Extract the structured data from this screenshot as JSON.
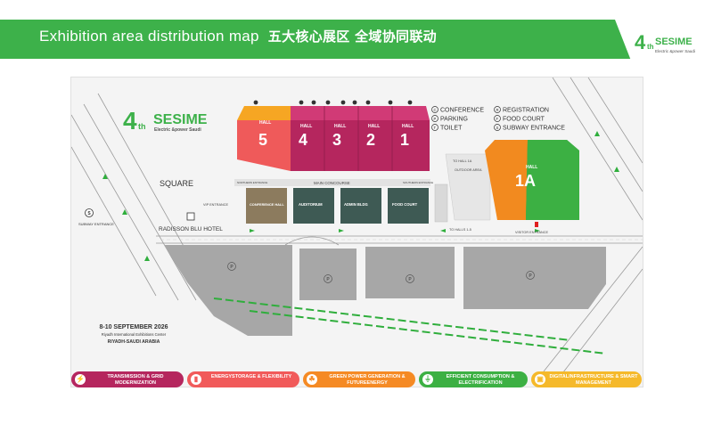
{
  "header": {
    "title_en": "Exhibition area distribution map",
    "title_cn": "五大核心展区 全域协同联动",
    "logo_edition": "4",
    "logo_edition_suffix": "th",
    "logo_brand": "SESIME",
    "logo_tagline": "Electric &power Saudi"
  },
  "map": {
    "logo_edition": "4",
    "logo_edition_suffix": "th",
    "logo_brand": "SESIME",
    "logo_tagline": "Electric &power Saudi",
    "halls": [
      {
        "id": "hall-5",
        "label": "HALL",
        "number": "5"
      },
      {
        "id": "hall-4",
        "label": "HALL",
        "number": "4"
      },
      {
        "id": "hall-3",
        "label": "HALL",
        "number": "3"
      },
      {
        "id": "hall-2",
        "label": "HALL",
        "number": "2"
      },
      {
        "id": "hall-1",
        "label": "HALL",
        "number": "1"
      },
      {
        "id": "hall-1a",
        "label": "HALL",
        "number": "1A"
      }
    ],
    "buildings": [
      {
        "id": "conference-hall",
        "label": "CONFERENCE HALL"
      },
      {
        "id": "auditorium",
        "label": "AUDITORIUM"
      },
      {
        "id": "admin-bldg",
        "label": "ADMIN BLDG"
      },
      {
        "id": "food-court",
        "label": "FOOD COURT"
      }
    ],
    "labels": {
      "square": "SQUARE",
      "main_concourse": "MAIN CONCOURSE",
      "northern_entrance": "NORTHERN ENTRANCE",
      "southern_entrance": "SOUTHERN ENTRANCE",
      "vip_entrance": "VIP ENTRANCE",
      "subway_entrance": "SUBWAY ENTRANCE",
      "radisson": "RADISSON BLU HOTEL",
      "to_hall_1a": "TO HALL 1A",
      "outdoor_area": "OUTDOOR AREA",
      "to_halls_1_5": "TO HALLS 1-5",
      "visitor_entrance": "VISITOR ENTRANCE"
    },
    "legend": [
      {
        "icon": "C",
        "text": "CONFERENCE"
      },
      {
        "icon": "P",
        "text": "PARKING"
      },
      {
        "icon": "T",
        "text": "TOILET"
      },
      {
        "icon": "R",
        "text": "REGISTRATION"
      },
      {
        "icon": "F",
        "text": "FOOD COURT"
      },
      {
        "icon": "S",
        "text": "SUBWAY ENTRANCE"
      }
    ],
    "parking_icon": "P",
    "event": {
      "dates": "8-10 SEPTEMBER 2026",
      "venue": "Riyadh International Exhibitions Center",
      "city": "RIYADH-SAUDI ARABIA"
    }
  },
  "categories": [
    {
      "text": "TRANSMISSION & GRID MODERNIZATION",
      "color": "#b5265e"
    },
    {
      "text": "ENERGYSTORAGE & FLEXIBILITY",
      "color": "#f15a5a"
    },
    {
      "text": "GREEN POWER GENERATION & FUTUREENERGY",
      "color": "#f58a24"
    },
    {
      "text": "EFFICIENT CONSUMPTION & ELECTRIFICATION",
      "color": "#3cb043"
    },
    {
      "text": "DIGITALINFRASTRUCTURE & SMART MANAGEMENT",
      "color": "#f5b92b"
    }
  ],
  "colors": {
    "banner": "#3db14a",
    "hall_purple": "#b5265e",
    "hall_purple_top": "#d13a76",
    "hall5_orange": "#f6a623",
    "hall5_red": "#ef5a5a",
    "hall1a_orange": "#f28a1f",
    "hall1a_green": "#3cb043",
    "building_dark": "#3e5a54",
    "building_brown": "#8c7b5e",
    "parking": "#a7a7a7",
    "green_line": "#2fae3c"
  }
}
